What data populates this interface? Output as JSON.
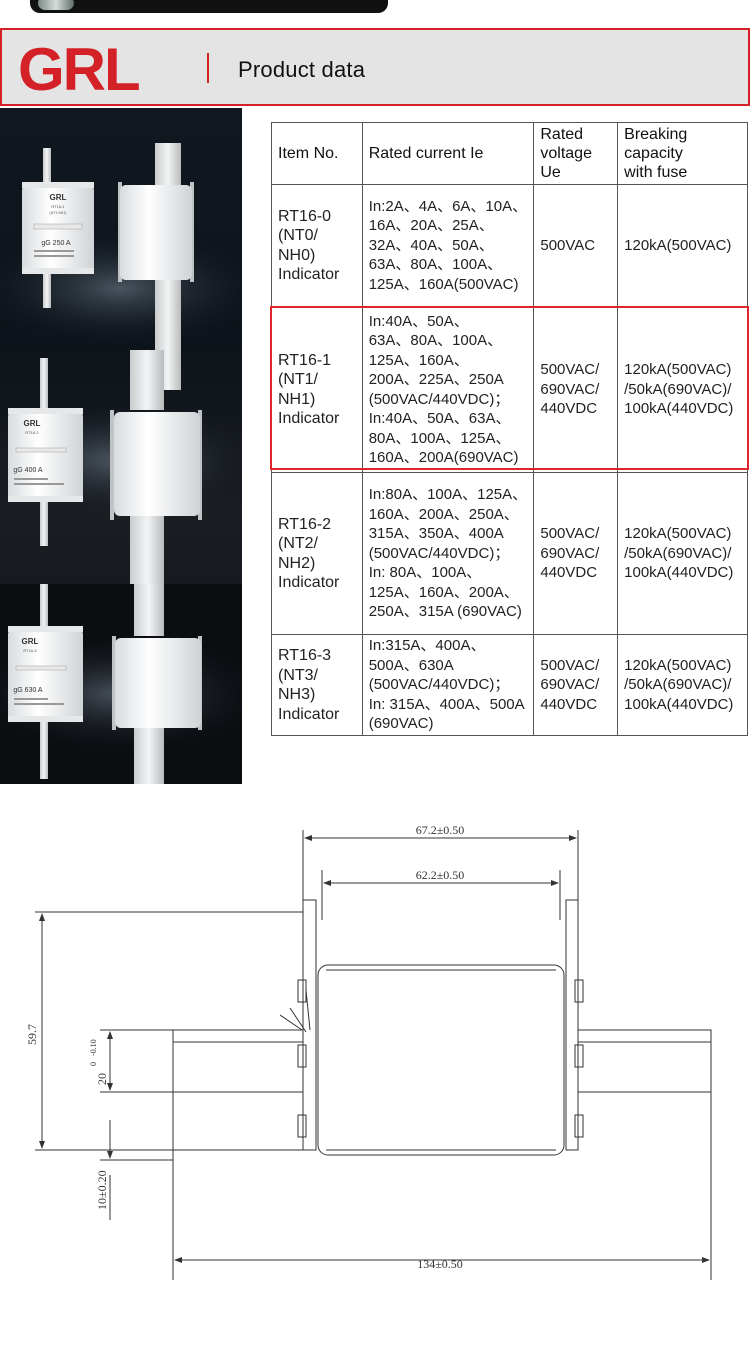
{
  "header": {
    "logo_text": "GRL",
    "title": "Product data"
  },
  "colors": {
    "brand_red": "#d42027",
    "header_bg": "#e4e4e4",
    "table_border": "#555555",
    "highlight": "#e0242b"
  },
  "table": {
    "headers": [
      "Item No.",
      "Rated current Ie",
      "Rated\nvoltage\nUe",
      "Breaking\ncapacity\nwith fuse"
    ],
    "rows": [
      {
        "item": "RT16-0\n(NT0/\nNH0)\nIndicator",
        "current": "In:2A、4A、6A、10A、\n16A、20A、25A、\n32A、40A、50A、\n63A、80A、100A、\n125A、160A(500VAC)",
        "voltage": "500VAC",
        "breaking": "120kA(500VAC)"
      },
      {
        "item": "RT16-1\n(NT1/\nNH1)\nIndicator",
        "current": "In:40A、50A、\n63A、80A、100A、\n125A、160A、\n200A、225A、250A\n(500VAC/440VDC)；\nIn:40A、50A、63A、\n80A、100A、125A、\n160A、200A(690VAC)",
        "voltage": "500VAC/\n690VAC/\n440VDC",
        "breaking": "120kA(500VAC)\n/50kA(690VAC)/\n100kA(440VDC)"
      },
      {
        "item": "RT16-2\n(NT2/\nNH2)\nIndicator",
        "current": "In:80A、100A、125A、\n160A、200A、250A、\n315A、350A、400A\n(500VAC/440VDC)；\nIn: 80A、100A、\n125A、160A、200A、\n250A、315A (690VAC)",
        "voltage": "500VAC/\n690VAC/\n440VDC",
        "breaking": "120kA(500VAC)\n/50kA(690VAC)/\n100kA(440VDC)"
      },
      {
        "item": "RT16-3\n(NT3/\nNH3)\nIndicator",
        "current": "In:315A、400A、\n500A、630A\n(500VAC/440VDC)；\nIn: 315A、400A、500A\n(690VAC)",
        "voltage": "500VAC/\n690VAC/\n440VDC",
        "breaking": "120kA(500VAC)\n/50kA(690VAC)/\n100kA(440VDC)"
      }
    ]
  },
  "photos": {
    "fuses": [
      {
        "brand": "GRL",
        "model": "RT16-1",
        "sub": "(NT1 NH1)",
        "rating": "gG 250 A"
      },
      {
        "brand": "GRL",
        "model": "RT16-2",
        "sub": "",
        "rating": "gG 400 A"
      },
      {
        "brand": "GRL",
        "model": "RT16-3",
        "sub": "",
        "rating": "gG 630 A"
      }
    ]
  },
  "drawing": {
    "dim_outer_width": "67.2±0.50",
    "dim_inner_width": "62.2±0.50",
    "dim_height": "59.7",
    "dim_blade_width": "20",
    "dim_blade_tol_top": "0",
    "dim_blade_tol_bottom": "-0.10",
    "dim_blade_thickness": "10±0.20",
    "dim_total_length": "134±0.50"
  }
}
